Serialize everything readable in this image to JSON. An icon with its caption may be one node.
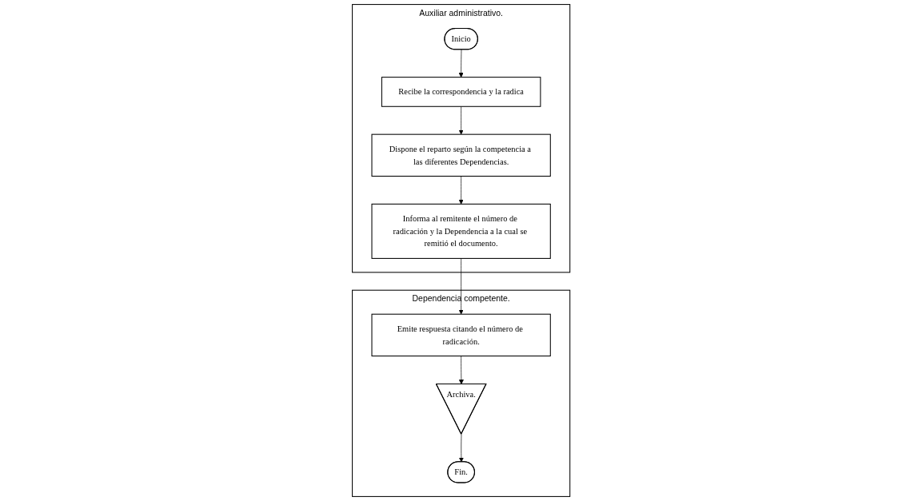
{
  "diagram": {
    "nodes": [
      {
        "text": [
          "Auxiliar administrativo."
        ]
      },
      {
        "text": [
          "Inicio"
        ],
        "in": 0
      },
      {
        "text": [
          "Recibe la correspondencia y la radica"
        ],
        "in": 0
      },
      {
        "text": [
          "Dispone el reparto según la competencia a las diferentes Dependencias."
        ],
        "in": 0
      },
      {
        "text": [
          "Informa al remitente el número de radicación y la Dependencia a la cual se remitió el documento."
        ],
        "in": 0
      },
      {
        "text": [
          "Dependencia competente."
        ]
      },
      {
        "text": [
          "Emite respuesta citando el número de radicación."
        ],
        "in": 5
      },
      {
        "text": [
          "Archiva."
        ],
        "in": 5
      },
      {
        "text": [
          "Fin."
        ],
        "in": 5
      }
    ],
    "edges": [
      {
        "from": 1,
        "to": 2,
        "arrow": "to"
      },
      {
        "from": 2,
        "to": 3,
        "arrow": "to"
      },
      {
        "from": 3,
        "to": 4,
        "arrow": "to"
      },
      {
        "from": 4,
        "to": 6,
        "arrow": "to"
      },
      {
        "from": 6,
        "to": 7,
        "arrow": "to"
      },
      {
        "from": 7,
        "to": 8,
        "arrow": "to"
      }
    ]
  }
}
